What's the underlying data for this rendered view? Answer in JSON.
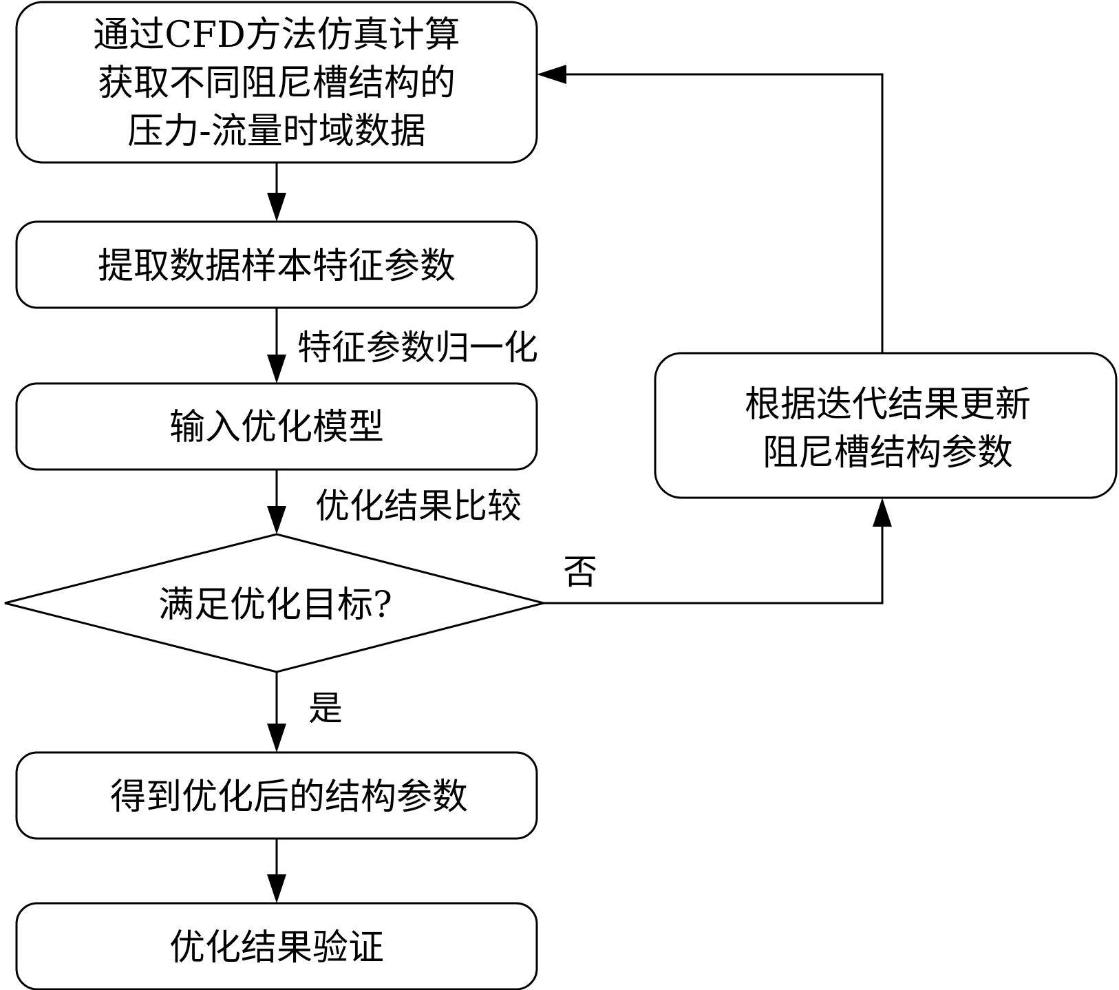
{
  "nodes": {
    "cfd_sim": {
      "lines": [
        "通过CFD方法仿真计算",
        "获取不同阻尼槽结构的",
        "压力-流量时域数据"
      ]
    },
    "extract_features": {
      "lines": [
        "提取数据样本特征参数"
      ]
    },
    "input_model": {
      "lines": [
        "输入优化模型"
      ]
    },
    "decision": {
      "lines": [
        "满足优化目标?"
      ]
    },
    "get_params": {
      "lines": [
        "得到优化后的结构参数"
      ]
    },
    "verify": {
      "lines": [
        "优化结果验证"
      ]
    },
    "update_params": {
      "lines": [
        "根据迭代结果更新",
        "阻尼槽结构参数"
      ]
    }
  },
  "edge_labels": {
    "normalize": "特征参数归一化",
    "compare": "优化结果比较",
    "no": "否",
    "yes": "是"
  }
}
